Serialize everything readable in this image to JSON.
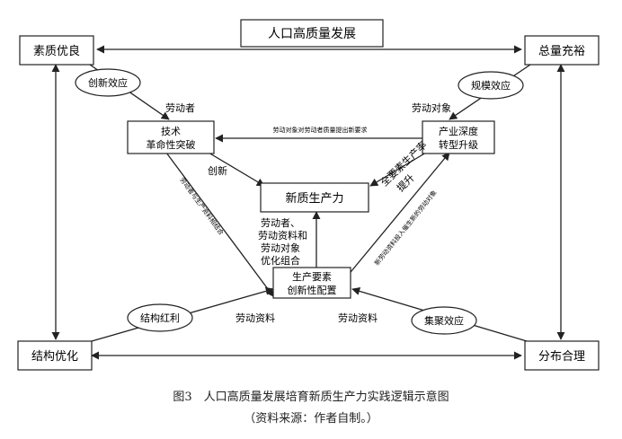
{
  "title": "人口高质量发展",
  "corners": {
    "top_left": "素质优良",
    "top_right": "总量充裕",
    "bottom_left": "结构优化",
    "bottom_right": "分布合理"
  },
  "ovals": {
    "innovation_effect": "创新效应",
    "scale_effect": "规模效应",
    "structure_dividend": "结构红利",
    "agglomeration_effect": "集聚效应"
  },
  "boxes": {
    "tech_line1": "技术",
    "tech_line2": "革命性突破",
    "industry_line1": "产业深度",
    "industry_line2": "转型升级",
    "center": "新质生产力",
    "factor_line1": "生产要素",
    "factor_line2": "创新性配置"
  },
  "labels": {
    "laborer": "劳动者",
    "labor_object": "劳动对象",
    "industry_to_tech": "劳动对象对劳动者质量提出新要求",
    "innovation": "创新",
    "tfp_line1": "全要素生产率",
    "tfp_line2": "提升",
    "combo_line1": "劳动者、",
    "combo_line2": "劳动资料和",
    "combo_line3": "劳动对象",
    "combo_line4": "优化组合",
    "tech_diag": "劳动者与生产资料相结合",
    "factor_diag": "新劳动资料投入催生新的劳动对象",
    "labor_material_left": "劳动资料",
    "labor_material_right": "劳动资料"
  },
  "caption": {
    "line1": "图3　人口高质量发展培育新质生产力实践逻辑示意图",
    "line2": "（资料来源：作者自制。）"
  }
}
